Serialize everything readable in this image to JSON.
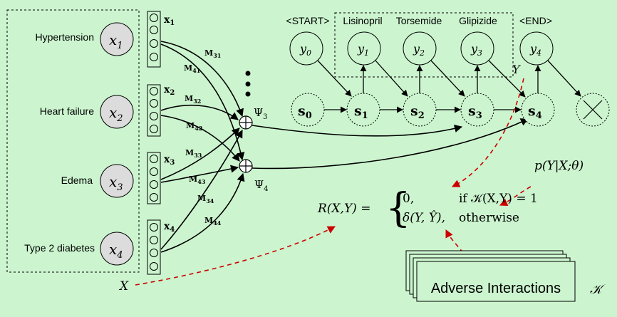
{
  "colors": {
    "background": "#ccf5cf",
    "node_fill": "#dcdcdc",
    "stroke": "#000000",
    "dashed_arrow": "#cc0000"
  },
  "diagnoses": [
    "Hypertension",
    "Heart failure",
    "Edema",
    "Type 2 diabetes"
  ],
  "input_nodes": [
    "x",
    "x",
    "x",
    "x"
  ],
  "input_subscripts": [
    "1",
    "2",
    "3",
    "4"
  ],
  "embed_labels": [
    "x",
    "x",
    "x",
    "x"
  ],
  "weights": {
    "to_psi3": [
      "M",
      "M",
      "M",
      "M"
    ],
    "to_psi3_sub": [
      "31",
      "32",
      "33",
      "34"
    ],
    "to_psi4": [
      "M",
      "M",
      "M",
      "M"
    ],
    "to_psi4_sub": [
      "41",
      "42",
      "43",
      "44"
    ]
  },
  "psi": [
    "Ψ",
    "Ψ"
  ],
  "psi_sub": [
    "3",
    "4"
  ],
  "output_tokens": [
    "<START>",
    "Lisinopril",
    "Torsemide",
    "Glipizide",
    "<END>"
  ],
  "output_nodes": [
    "y",
    "y",
    "y",
    "y",
    "y"
  ],
  "output_subscripts": [
    "0",
    "1",
    "2",
    "3",
    "4"
  ],
  "state_nodes": [
    "s",
    "s",
    "s",
    "s",
    "s"
  ],
  "state_subscripts": [
    "0",
    "1",
    "2",
    "3",
    "4"
  ],
  "labels": {
    "X": "X",
    "Y": "Y",
    "K": "𝒦",
    "likelihood": "p(Y|X;θ)",
    "reward_lhs": "R(X,Y) =",
    "case1_value": "0,",
    "case1_condition": "if 𝒦(X,Y) = 1",
    "case2_value": "δ(Y, Ŷ),",
    "case2_condition": "otherwise",
    "adverse": "Adverse Interactions"
  }
}
